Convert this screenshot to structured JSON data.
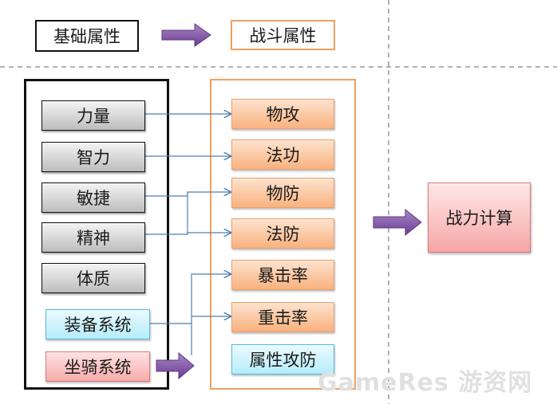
{
  "legend": {
    "base_label": "基础属性",
    "combat_label": "战斗属性"
  },
  "base_attributes": [
    "力量",
    "智力",
    "敏捷",
    "精神",
    "体质"
  ],
  "systems": {
    "equipment": "装备系统",
    "mount": "坐骑系统"
  },
  "combat_attributes": [
    "物攻",
    "法功",
    "物防",
    "法防",
    "暴击率",
    "重击率",
    "属性攻防"
  ],
  "result": "战力计算",
  "watermark": {
    "brand": "GameRes",
    "sub": "游资网"
  },
  "colors": {
    "arrow": "#7a4aa0",
    "connector": "#4f7fb5",
    "orange_border": "#f0a060"
  }
}
